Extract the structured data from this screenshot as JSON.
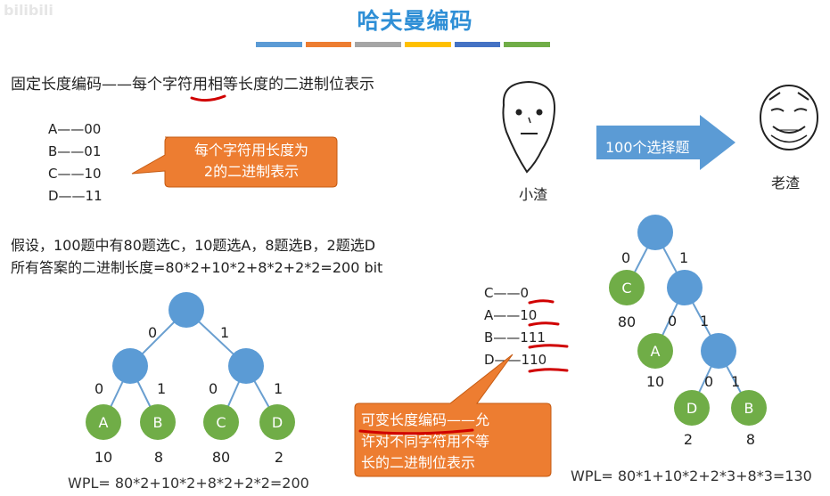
{
  "watermark": "bilibili",
  "title": "哈夫曼编码",
  "colors": {
    "title": "#2f8fd6",
    "bar": [
      "#5b9bd5",
      "#ed7d31",
      "#a5a5a5",
      "#ffc000",
      "#4472c4",
      "#70ad47"
    ],
    "node_blue": "#5b9bd5",
    "node_green": "#70ad47",
    "callout": "#ed7d31",
    "arrow": "#5b9bd5",
    "annotation": "#d00000"
  },
  "fixed": {
    "heading": "固定长度编码——每个字符用相等长度的二进制位表示",
    "codes": [
      "A——00",
      "B——01",
      "C——10",
      "D——11"
    ],
    "callout": [
      "每个字符用长度为",
      "2的二进制表示"
    ]
  },
  "assumption": {
    "line1": "假设，100题中有80题选C，10题选A，8题选B，2题选D",
    "line2": "所有答案的二进制长度=80*2+10*2+8*2+2*2=200 bit"
  },
  "left_tree": {
    "edge_labels": [
      "0",
      "1",
      "0",
      "1",
      "0",
      "1"
    ],
    "leaves": [
      {
        "label": "A",
        "weight": "10"
      },
      {
        "label": "B",
        "weight": "8"
      },
      {
        "label": "C",
        "weight": "80"
      },
      {
        "label": "D",
        "weight": "2"
      }
    ],
    "wpl": "WPL= 80*2+10*2+8*2+2*2=200"
  },
  "variable": {
    "codes": [
      "C——0",
      "A——10",
      "B——111",
      "D——110"
    ],
    "callout": [
      "可变长度编码——允",
      "许对不同字符用不等",
      "长的二进制位表示"
    ]
  },
  "comic": {
    "left_label": "小渣",
    "arrow_label": "100个选择题",
    "right_label": "老渣"
  },
  "right_tree": {
    "edge_labels": [
      "0",
      "1",
      "0",
      "1",
      "0",
      "1"
    ],
    "leaves": [
      {
        "label": "C",
        "weight": "80"
      },
      {
        "label": "A",
        "weight": "10"
      },
      {
        "label": "D",
        "weight": "2"
      },
      {
        "label": "B",
        "weight": "8"
      }
    ],
    "wpl": "WPL= 80*1+10*2+2*3+8*3=130"
  }
}
